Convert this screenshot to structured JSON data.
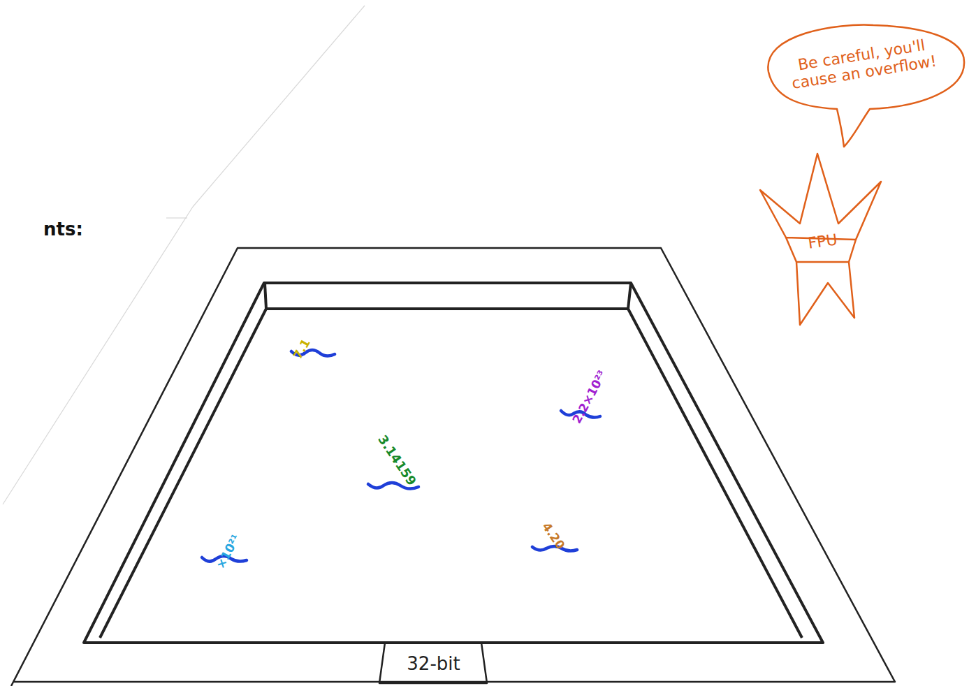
{
  "diagram": {
    "nodes": [
      {
        "text": [
          "Be careful, you'll cause an overflow!"
        ]
      },
      {
        "text": [
          "FPU"
        ]
      },
      {
        "text": [
          "32-bit"
        ]
      }
    ],
    "labels": [
      "nts:",
      "7.1",
      "2.2×10²³",
      "3.14159",
      "×10²¹",
      "4.20"
    ]
  }
}
